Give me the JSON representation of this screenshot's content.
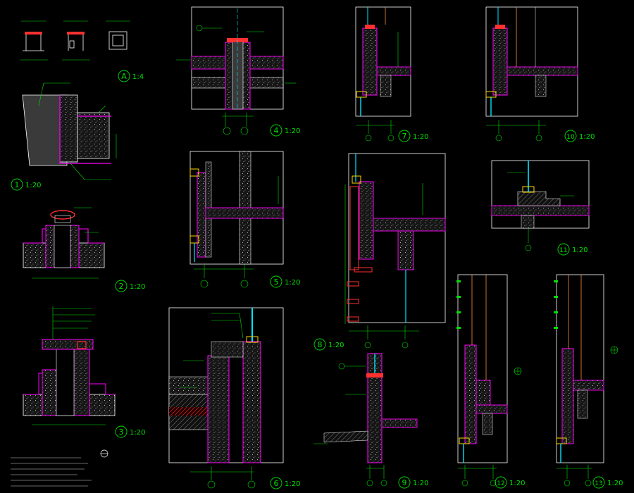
{
  "details": [
    {
      "id": "A",
      "number": "A",
      "scale": "1:4"
    },
    {
      "id": "1",
      "number": "1",
      "scale": "1:20"
    },
    {
      "id": "2",
      "number": "2",
      "scale": "1:20"
    },
    {
      "id": "3",
      "number": "3",
      "scale": "1:20"
    },
    {
      "id": "4",
      "number": "4",
      "scale": "1:20"
    },
    {
      "id": "5",
      "number": "5",
      "scale": "1:20"
    },
    {
      "id": "6",
      "number": "6",
      "scale": "1:20"
    },
    {
      "id": "7",
      "number": "7",
      "scale": "1:20"
    },
    {
      "id": "8",
      "number": "8",
      "scale": "1:20"
    },
    {
      "id": "9",
      "number": "9",
      "scale": "1:20"
    },
    {
      "id": "10",
      "number": "10",
      "scale": "1:20"
    },
    {
      "id": "11",
      "number": "11",
      "scale": "1:20"
    },
    {
      "id": "12",
      "number": "12",
      "scale": "1:20"
    },
    {
      "id": "13",
      "number": "13",
      "scale": "1:20"
    }
  ],
  "colors": {
    "background": "#000000",
    "outline": "#ffffff",
    "annotation": "#00e000",
    "wall_finish": "#ff00ff",
    "waterproof": "#ff3030",
    "glass": "#00e5ff",
    "frame": "#ffd700",
    "grid": "#ff8c3a",
    "hatch": "#9a9a9a"
  }
}
